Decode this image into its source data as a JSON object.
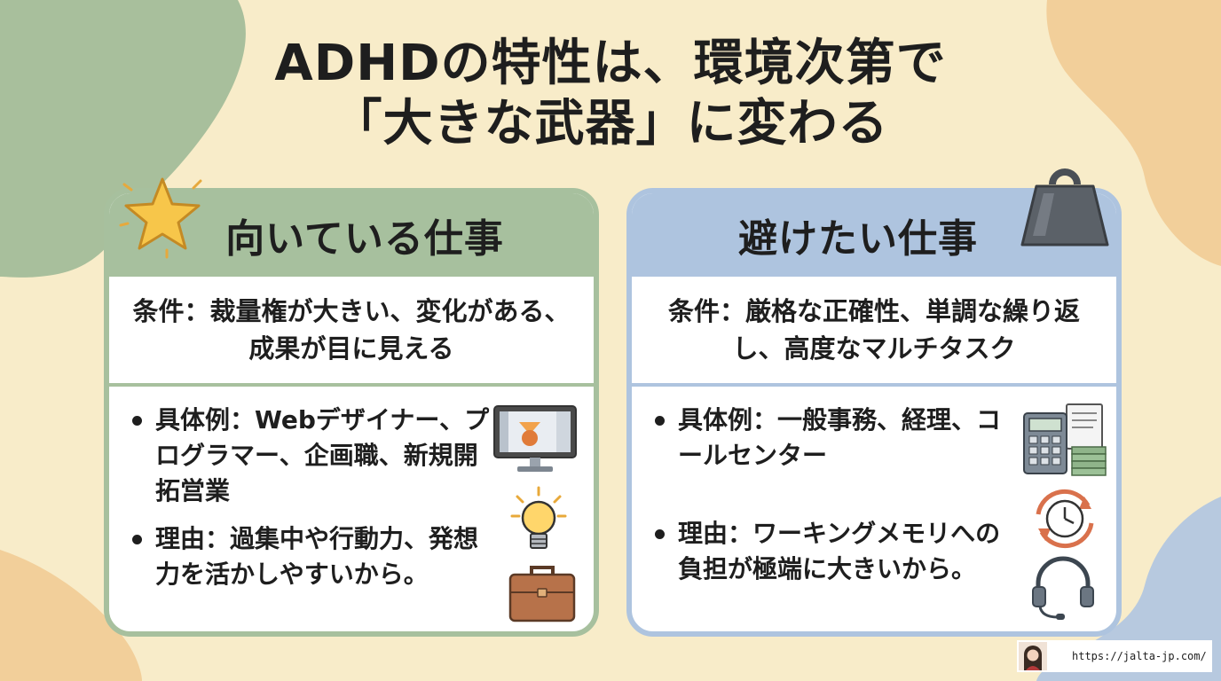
{
  "title": {
    "line1": "ADHDの特性は、環境次第で",
    "line2": "「大きな武器」に変わる"
  },
  "good_card": {
    "heading": "向いている仕事",
    "condition": "条件：裁量権が大きい、変化がある、成果が目に見える",
    "bullets": [
      "具体例：Webデザイナー、プログラマー、企画職、新規開拓営業",
      "理由：過集中や行動力、発想力を活かしやすいから。"
    ],
    "icons": [
      "star-icon",
      "monitor-design-icon",
      "lightbulb-icon",
      "briefcase-icon"
    ]
  },
  "bad_card": {
    "heading": "避けたい仕事",
    "condition": "条件：厳格な正確性、単調な繰り返し、高度なマルチタスク",
    "bullets": [
      "具体例：一般事務、経理、コールセンター",
      "理由：ワーキングメモリへの負担が極端に大きいから。"
    ],
    "icons": [
      "weight-icon",
      "calculator-documents-icon",
      "clock-cycle-icon",
      "headset-icon"
    ]
  },
  "footer": {
    "url": "https://jalta-jp.com/"
  },
  "colors": {
    "background": "#f8ecc9",
    "good_accent": "#a7c09e",
    "bad_accent": "#aec4df",
    "blob_green": "#a8bf9c",
    "blob_orange": "#f2cf9a",
    "blob_blue": "#b7c9df"
  }
}
